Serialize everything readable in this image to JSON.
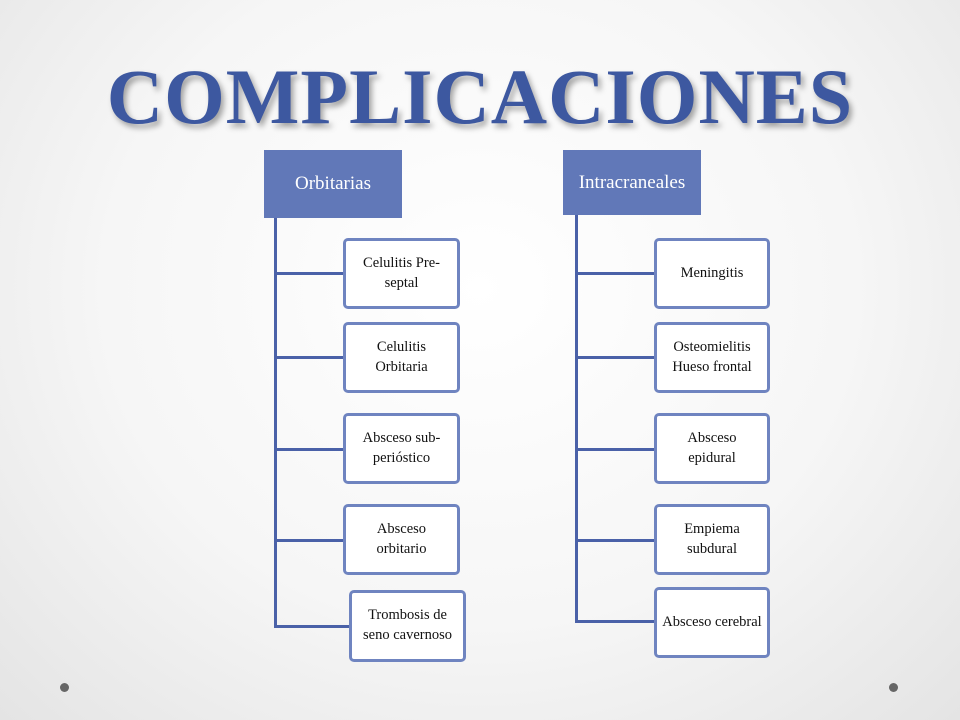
{
  "title": "COMPLICACIONES",
  "groups": [
    {
      "label": "Orbitarias",
      "items": [
        "Celulitis Pre-septal",
        "Celulitis Orbitaria",
        "Absceso sub-perióstico",
        "Absceso orbitario",
        "Trombosis de seno cavernoso"
      ]
    },
    {
      "label": "Intracraneales",
      "items": [
        "Meningitis",
        "Osteomielitis Hueso frontal",
        "Absceso epidural",
        "Empiema subdural",
        "Absceso cerebral"
      ]
    }
  ],
  "colors": {
    "title": "#3d58a0",
    "header_fill": "#6178b8",
    "child_border": "#6f84c0",
    "connector": "#4a61a8"
  }
}
